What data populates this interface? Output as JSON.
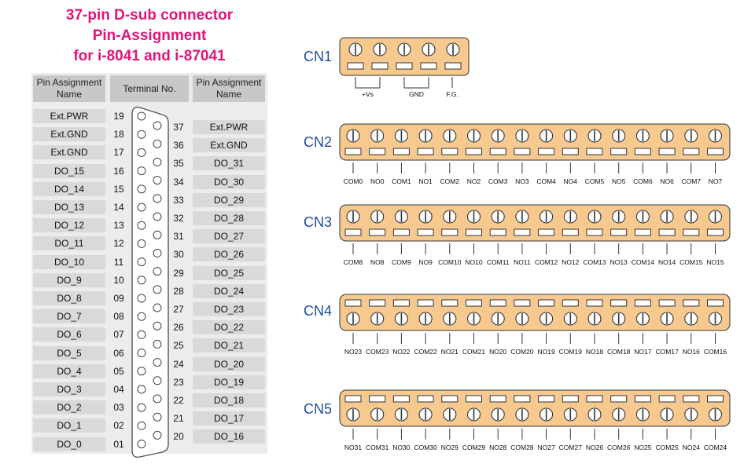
{
  "title": {
    "line1": "37-pin D-sub connector",
    "line2": "Pin-Assignment",
    "line3": "for i-8041 and i-87041"
  },
  "table": {
    "header_left": "Pin Assignment Name",
    "header_mid": "Terminal No.",
    "header_right": "Pin Assignment Name",
    "left_pins": [
      {
        "num": "19",
        "name": "Ext.PWR"
      },
      {
        "num": "18",
        "name": "Ext.GND"
      },
      {
        "num": "17",
        "name": "Ext.GND"
      },
      {
        "num": "16",
        "name": "DO_15"
      },
      {
        "num": "15",
        "name": "DO_14"
      },
      {
        "num": "14",
        "name": "DO_13"
      },
      {
        "num": "13",
        "name": "DO_12"
      },
      {
        "num": "12",
        "name": "DO_11"
      },
      {
        "num": "11",
        "name": "DO_10"
      },
      {
        "num": "10",
        "name": "DO_9"
      },
      {
        "num": "09",
        "name": "DO_8"
      },
      {
        "num": "08",
        "name": "DO_7"
      },
      {
        "num": "07",
        "name": "DO_6"
      },
      {
        "num": "06",
        "name": "DO_5"
      },
      {
        "num": "05",
        "name": "DO_4"
      },
      {
        "num": "04",
        "name": "DO_3"
      },
      {
        "num": "03",
        "name": "DO_2"
      },
      {
        "num": "02",
        "name": "DO_1"
      },
      {
        "num": "01",
        "name": "DO_0"
      }
    ],
    "right_pins": [
      {
        "num": "37",
        "name": "Ext.PWR"
      },
      {
        "num": "36",
        "name": "Ext.GND"
      },
      {
        "num": "35",
        "name": "DO_31"
      },
      {
        "num": "34",
        "name": "DO_30"
      },
      {
        "num": "33",
        "name": "DO_29"
      },
      {
        "num": "32",
        "name": "DO_28"
      },
      {
        "num": "31",
        "name": "DO_27"
      },
      {
        "num": "30",
        "name": "DO_26"
      },
      {
        "num": "29",
        "name": "DO_25"
      },
      {
        "num": "28",
        "name": "DO_24"
      },
      {
        "num": "27",
        "name": "DO_23"
      },
      {
        "num": "26",
        "name": "DO_22"
      },
      {
        "num": "25",
        "name": "DO_21"
      },
      {
        "num": "24",
        "name": "DO_20"
      },
      {
        "num": "23",
        "name": "DO_19"
      },
      {
        "num": "22",
        "name": "DO_18"
      },
      {
        "num": "21",
        "name": "DO_17"
      },
      {
        "num": "20",
        "name": "DO_16"
      }
    ]
  },
  "connectors": [
    {
      "id": "CN1",
      "labels": [
        "+Vs",
        "GND",
        "F.G."
      ]
    },
    {
      "id": "CN2",
      "labels": [
        "COM0",
        "NO0",
        "COM1",
        "NO1",
        "COM2",
        "NO2",
        "COM3",
        "NO3",
        "COM4",
        "NO4",
        "COM5",
        "NO5",
        "COM6",
        "NO6",
        "COM7",
        "NO7"
      ]
    },
    {
      "id": "CN3",
      "labels": [
        "COM8",
        "NO8",
        "COM9",
        "NO9",
        "COM10",
        "NO10",
        "COM11",
        "NO11",
        "COM12",
        "NO12",
        "COM13",
        "NO13",
        "COM14",
        "NO14",
        "COM15",
        "NO15"
      ]
    },
    {
      "id": "CN4",
      "labels": [
        "NO23",
        "COM23",
        "NO22",
        "COM22",
        "NO21",
        "COM21",
        "NO20",
        "COM20",
        "NO19",
        "COM19",
        "NO18",
        "COM18",
        "NO17",
        "COM17",
        "NO16",
        "COM16"
      ]
    },
    {
      "id": "CN5",
      "labels": [
        "NO31",
        "COM31",
        "NO30",
        "COM30",
        "NO29",
        "COM29",
        "NO28",
        "COM28",
        "NO27",
        "COM27",
        "NO26",
        "COM26",
        "NO25",
        "COM25",
        "NO24",
        "COM24"
      ]
    }
  ],
  "colors": {
    "title": "#e0147a",
    "connector_fill": "#f7c98f",
    "connector_label": "#1f4e9b"
  }
}
